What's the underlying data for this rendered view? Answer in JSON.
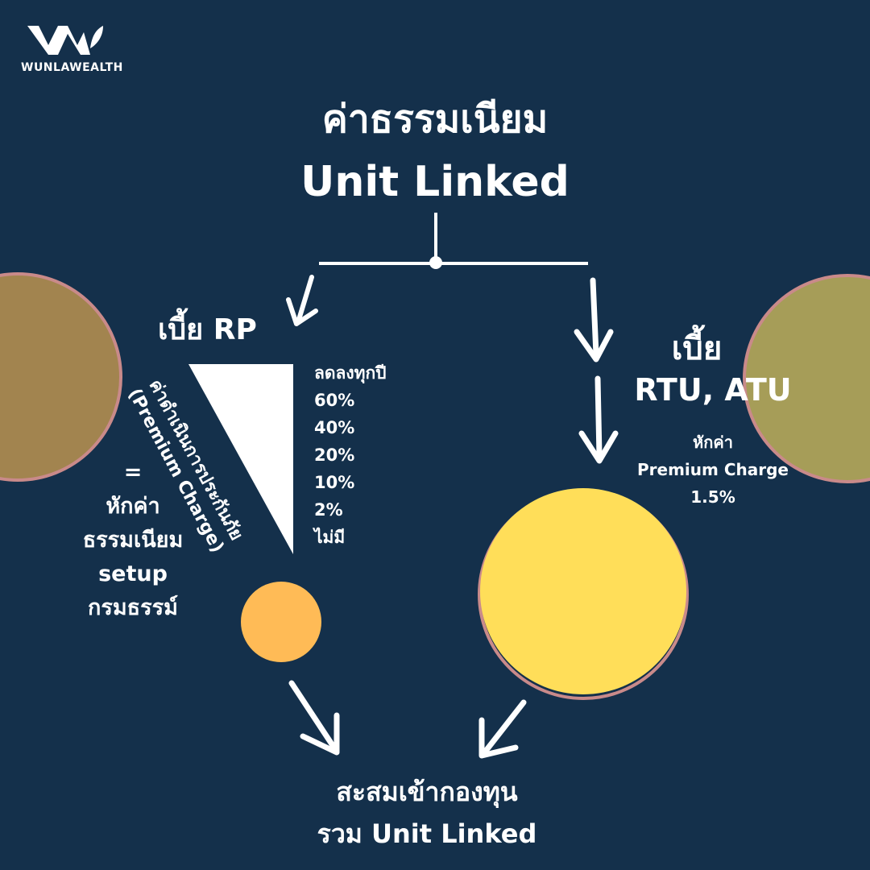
{
  "brand": {
    "name": "WUNLAWEALTH",
    "logo_icon": "wunlawealth-logo-icon"
  },
  "title": {
    "line1": "ค่าธรรมเนียม",
    "line2": "Unit Linked"
  },
  "rp": {
    "label": "เบี้ย RP",
    "rotated_line1": "ค่าดำเนินการประกันภัย",
    "rotated_line2": "(Premium Charge)",
    "rate_heading": "ลดลงทุกปี",
    "rates": [
      "60%",
      "40%",
      "20%",
      "10%",
      "2%",
      "ไม่มี"
    ],
    "equals_sign": "=",
    "equals_lines": [
      "หักค่า",
      "ธรรมเนียม",
      "setup",
      "กรมธรรม์"
    ]
  },
  "rtu": {
    "line1": "เบี้ย",
    "line2": "RTU, ATU",
    "deduct_line1": "หักค่า",
    "deduct_line2": "Premium Charge",
    "deduct_line3": "1.5%"
  },
  "bottom": {
    "line1": "สะสมเข้ากองทุน",
    "line2": "รวม Unit Linked"
  },
  "colors": {
    "background": "#14304b",
    "left_circle": "#a2844f",
    "right_circle": "#a69d58",
    "small_circle": "#ffbb56",
    "big_circle": "#ffde59",
    "circle_outline": "#c98a8a",
    "text": "#ffffff"
  }
}
